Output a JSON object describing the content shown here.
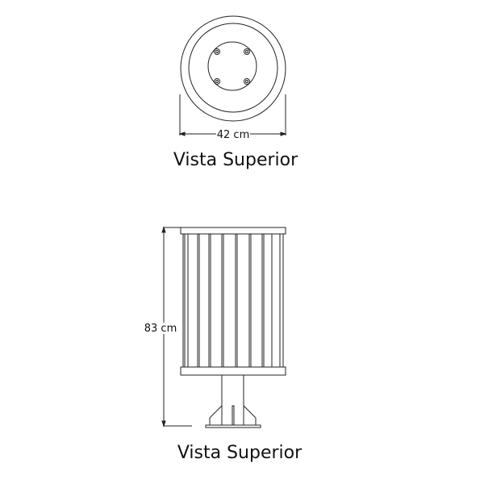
{
  "top_view": {
    "dimension": "42 cm",
    "caption": "Vista Superior"
  },
  "side_view": {
    "dimension": "83 cm",
    "caption": "Vista Superior"
  },
  "colors": {
    "line": "#222222",
    "background": "#ffffff"
  }
}
